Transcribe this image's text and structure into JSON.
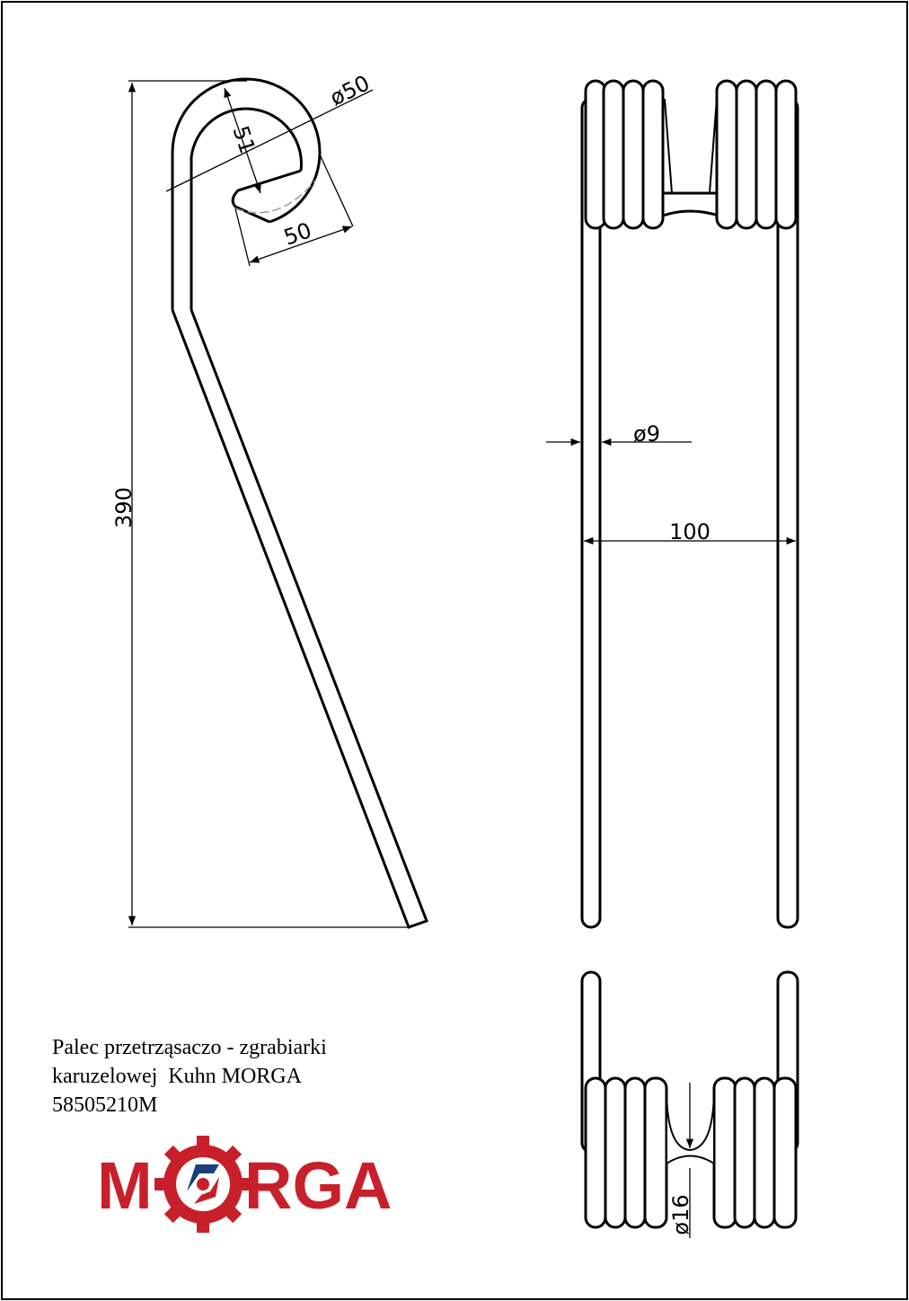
{
  "title": {
    "lines": [
      "Palec przetrząsaczo - zgrabiarki",
      "karuzelowej  Kuhn MORGA",
      "58505210M"
    ]
  },
  "dimensions": {
    "hook_diameter": "ø50",
    "hook_height": "51",
    "hook_width": "50",
    "total_height": "390",
    "wire_diameter": "ø9",
    "tine_spacing": "100",
    "coil_inner_diameter": "ø16"
  },
  "logo": {
    "text_m": "M",
    "text_rest": "RGA",
    "full": "MORGA",
    "colors": {
      "red": "#c8202a",
      "blue": "#1b3f7a"
    }
  }
}
